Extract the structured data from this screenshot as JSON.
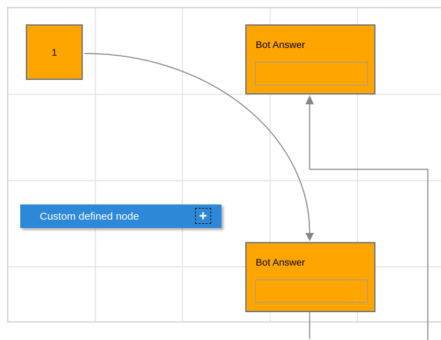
{
  "canvas": {
    "background_color": "#ffffff",
    "grid_line_color": "#e3e3e3",
    "grid_border_color": "#d7d7d7"
  },
  "connectors": {
    "color": "#868686",
    "curve_connector": "node-1 to bot-answer-bottom",
    "orthogonal_connector": "loop-back into bot-answer-top"
  },
  "nodes": {
    "start_node": {
      "label": "1",
      "fill": "#ffa500",
      "border_color": "#7a7a7a",
      "text_color": "#000000"
    },
    "bot_answer_top": {
      "title": "Bot Answer",
      "fill": "#ffa500",
      "border_color": "#7a7a7a"
    },
    "bot_answer_bottom": {
      "title": "Bot Answer",
      "fill": "#ffa500",
      "border_color": "#7a7a7a"
    },
    "custom_node_button": {
      "label": "Custom defined node",
      "fill": "#2e88d8",
      "text_color": "#ffffff",
      "plus_icon": "+"
    }
  }
}
